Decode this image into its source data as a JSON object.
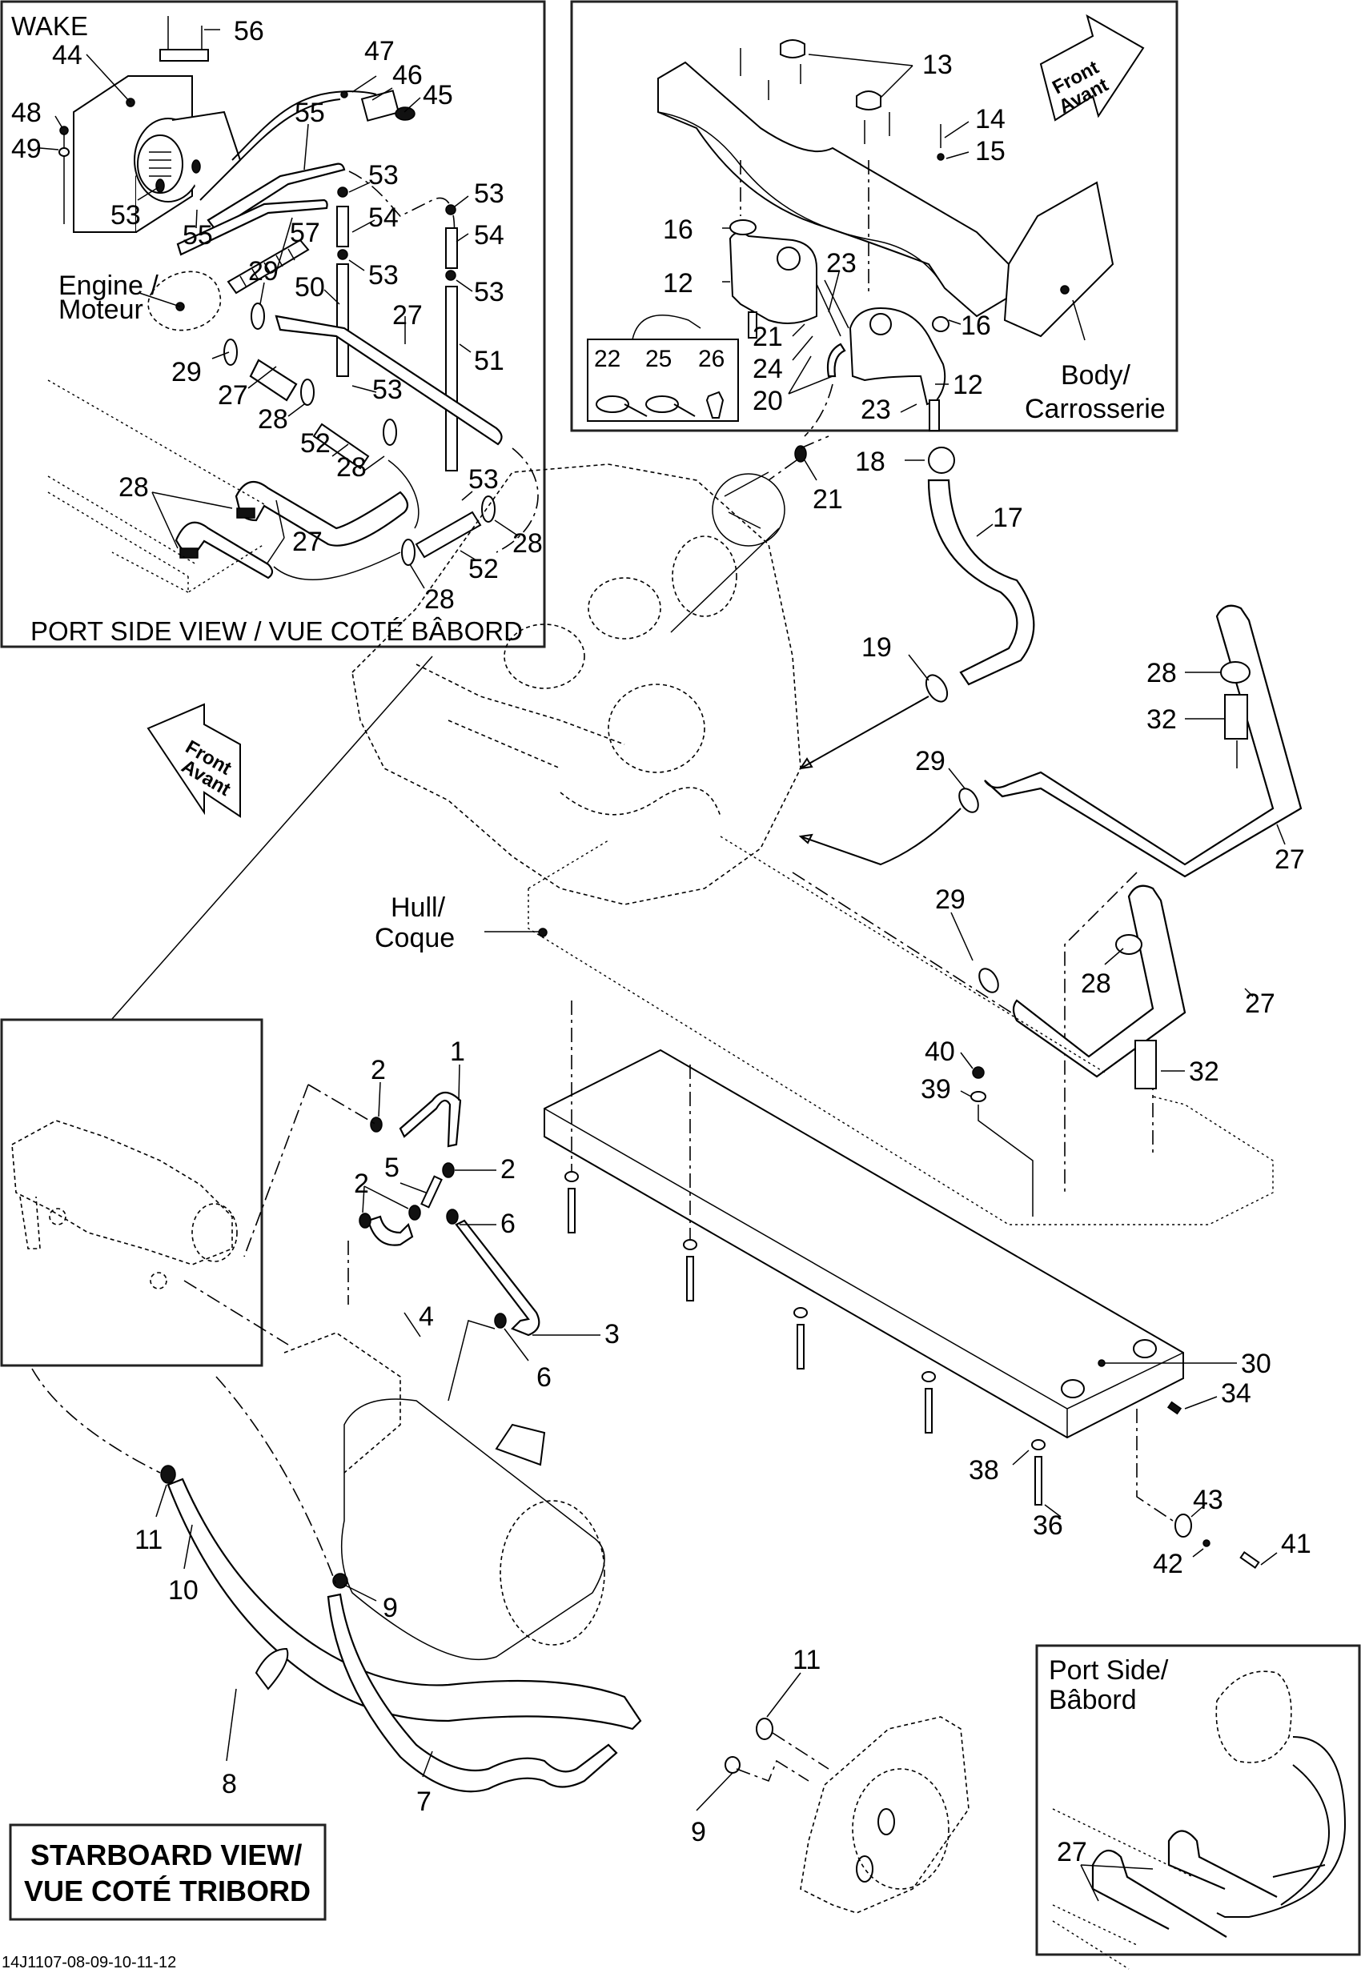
{
  "document_id": "14J1107-08-09-10-11-12",
  "insets": {
    "wake": {
      "model_label": "WAKE",
      "view_title": "PORT SIDE VIEW / VUE COTÉ BÂBORD",
      "engine_label_1": "Engine /",
      "engine_label_2": "Moteur"
    },
    "reservoir": {
      "body_label_1": "Body/",
      "body_label_2": "Carrosserie",
      "front_1": "Front",
      "front_2": "Avant"
    },
    "starboard": {
      "title_1": "STARBOARD VIEW/",
      "title_2": "VUE COTÉ TRIBORD"
    },
    "port_side": {
      "title_1": "Port Side/",
      "title_2": "Bâbord"
    }
  },
  "main": {
    "hull_label_1": "Hull/",
    "hull_label_2": "Coque",
    "front_1": "Front",
    "front_2": "Avant"
  },
  "callouts": {
    "wake": [
      "56",
      "44",
      "47",
      "46",
      "45",
      "48",
      "49",
      "55",
      "53",
      "55",
      "57",
      "53",
      "54",
      "53",
      "53",
      "54",
      "53",
      "29",
      "50",
      "27",
      "51",
      "29",
      "27",
      "28",
      "53",
      "52",
      "28",
      "28",
      "27",
      "53",
      "28",
      "52",
      "28"
    ],
    "reservoir": [
      "13",
      "14",
      "15",
      "16",
      "12",
      "23",
      "16",
      "21",
      "24",
      "20",
      "12",
      "23",
      "22",
      "25",
      "26"
    ],
    "main": [
      "21",
      "18",
      "17",
      "19",
      "28",
      "32",
      "29",
      "27",
      "29",
      "28",
      "27",
      "40",
      "39",
      "32",
      "30",
      "34",
      "38",
      "36",
      "43",
      "42",
      "41"
    ],
    "starboard": [
      "1",
      "2",
      "2",
      "5",
      "2",
      "6",
      "4",
      "3",
      "6",
      "11",
      "10",
      "9",
      "8",
      "11",
      "7",
      "9"
    ],
    "port_side": [
      "27"
    ]
  }
}
